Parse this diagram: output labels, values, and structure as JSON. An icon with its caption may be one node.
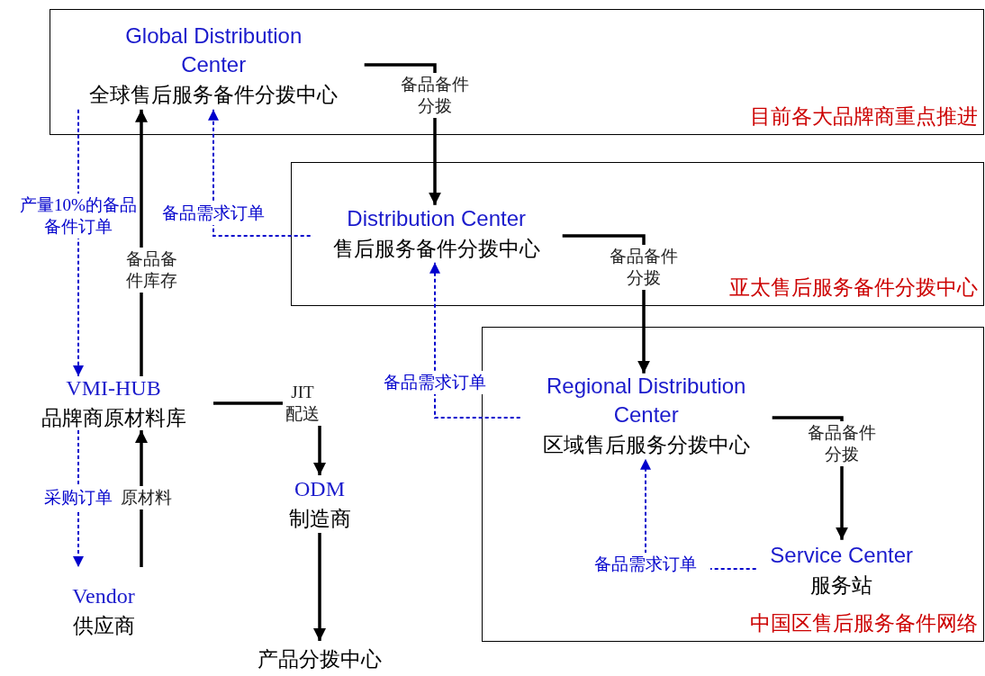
{
  "diagram": {
    "nodes": [
      {
        "text": [
          "目前各大品牌商重点推进"
        ]
      },
      {
        "text": [
          "Global Distribution Center",
          "全球售后服务备件分拨中心"
        ],
        "in": 0
      },
      {
        "text": [
          "亚太售后服务备件分拨中心"
        ]
      },
      {
        "text": [
          "Distribution Center",
          "售后服务备件分拨中心"
        ],
        "in": 2
      },
      {
        "text": [
          "中国区售后服务备件网络"
        ]
      },
      {
        "text": [
          "Regional Distribution Center",
          "区域售后服务分拨中心"
        ],
        "in": 4
      },
      {
        "text": [
          "Service Center",
          "服务站"
        ],
        "in": 4
      },
      {
        "text": [
          "VMI-HUB",
          "品牌商原材料库"
        ]
      },
      {
        "text": [
          "ODM",
          "制造商"
        ]
      },
      {
        "text": [
          "Vendor",
          "供应商"
        ]
      },
      {
        "text": [
          "产品分拨中心"
        ]
      }
    ],
    "edges": [
      {
        "from": 1,
        "to": 3,
        "arrow": "to",
        "label": "备品备件分拨"
      },
      {
        "from": 3,
        "to": 5,
        "arrow": "to",
        "label": "备品备件分拨"
      },
      {
        "from": 5,
        "to": 6,
        "arrow": "to",
        "label": "备品备件分拨"
      },
      {
        "from": 3,
        "to": 1,
        "arrow": "to",
        "label": "备品需求订单",
        "style": "dashed",
        "color": "#0000cc"
      },
      {
        "from": 5,
        "to": 3,
        "arrow": "to",
        "label": "备品需求订单",
        "style": "dashed",
        "color": "#0000cc"
      },
      {
        "from": 6,
        "to": 5,
        "arrow": "to",
        "label": "备品需求订单",
        "style": "dashed",
        "color": "#0000cc"
      },
      {
        "from": 7,
        "to": 1,
        "arrow": "to",
        "label": "备品备件库存"
      },
      {
        "from": 1,
        "to": 7,
        "arrow": "to",
        "label": "产量10%的备品备件订单",
        "style": "dashed",
        "color": "#0000cc"
      },
      {
        "from": 9,
        "to": 7,
        "arrow": "to",
        "label": "原材料"
      },
      {
        "from": 7,
        "to": 9,
        "arrow": "to",
        "label": "采购订单",
        "style": "dashed",
        "color": "#0000cc"
      },
      {
        "from": 7,
        "to": 8,
        "arrow": "to",
        "label": "JIT 配送"
      },
      {
        "from": 8,
        "to": 10,
        "arrow": "to"
      }
    ]
  }
}
